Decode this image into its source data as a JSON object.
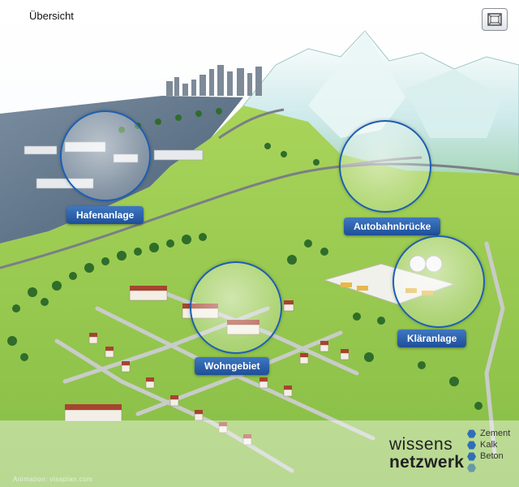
{
  "page": {
    "title": "Übersicht"
  },
  "hotspots": [
    {
      "id": "hafenanlage",
      "label": "Hafenanlage"
    },
    {
      "id": "autobahnbruecke",
      "label": "Autobahnbrücke"
    },
    {
      "id": "klaeranlage",
      "label": "Kläranlage"
    },
    {
      "id": "wohngebiet",
      "label": "Wohngebiet"
    }
  ],
  "logo": {
    "word1": "wissens",
    "word2": "netzwerk",
    "items": [
      "Zement",
      "Kalk",
      "Beton"
    ],
    "accent_color": "#2f6fb6"
  },
  "credit": "Animation: visaplan.com",
  "colors": {
    "label_blue": "#1e4f97",
    "lens_border": "#1d5fb3",
    "grass": "#8fc24a",
    "water": "#5f7387"
  },
  "icons": {
    "fullscreen": "fullscreen-icon"
  }
}
